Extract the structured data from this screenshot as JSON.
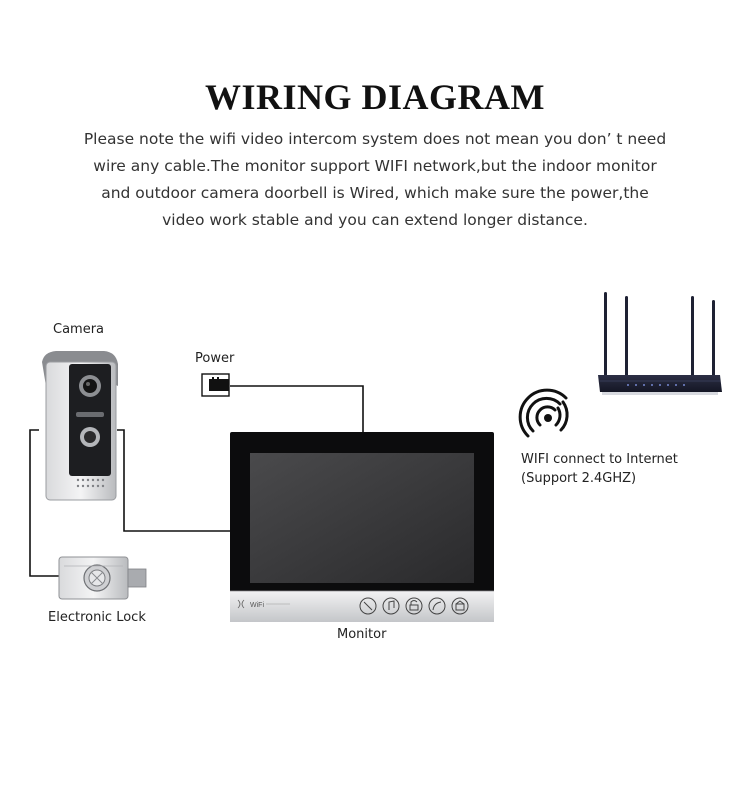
{
  "title": "WIRING DIAGRAM",
  "description": [
    "Please note the wifi video intercom system does not mean you don’  t need",
    "wire any cable.The monitor support WIFI network,but the indoor monitor",
    "and outdoor camera doorbell is Wired, which make sure the power,the",
    "video work stable and you can extend longer distance."
  ],
  "labels": {
    "camera": "Camera",
    "power": "Power",
    "lock": "Electronic Lock",
    "monitor": "Monitor",
    "wifi_line1": "WIFI connect to Internet",
    "wifi_line2": "(Support 2.4GHZ)",
    "monitor_wifi": "WiFi"
  }
}
